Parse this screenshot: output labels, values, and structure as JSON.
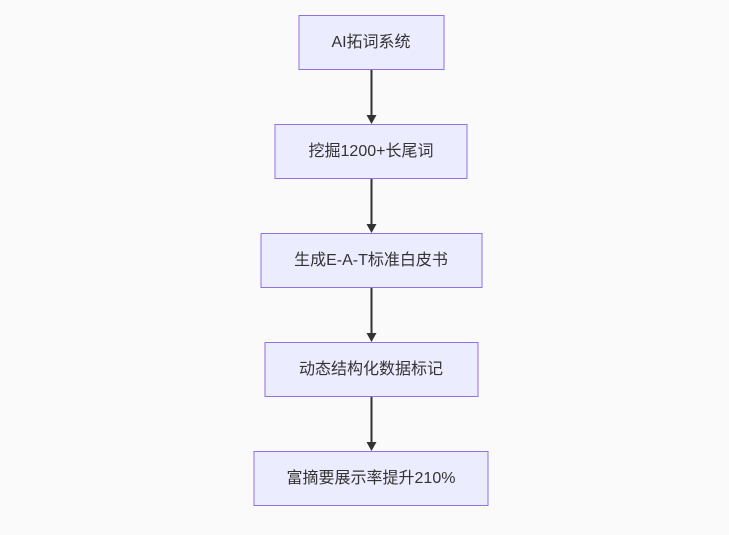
{
  "diagram": {
    "type": "flowchart",
    "direction": "top-down",
    "nodes": [
      {
        "id": "A",
        "label": "AI拓词系统"
      },
      {
        "id": "B",
        "label": "挖掘1200+长尾词"
      },
      {
        "id": "C",
        "label": "生成E-A-T标准白皮书"
      },
      {
        "id": "D",
        "label": "动态结构化数据标记"
      },
      {
        "id": "E",
        "label": "富摘要展示率提升210%"
      }
    ],
    "edges": [
      {
        "from": "A",
        "to": "B"
      },
      {
        "from": "B",
        "to": "C"
      },
      {
        "from": "C",
        "to": "D"
      },
      {
        "from": "D",
        "to": "E"
      }
    ],
    "colors": {
      "node_fill": "#ECECFF",
      "node_border": "#9370DB",
      "arrow": "#333333",
      "background": "#fafafa",
      "text": "#333333"
    }
  }
}
